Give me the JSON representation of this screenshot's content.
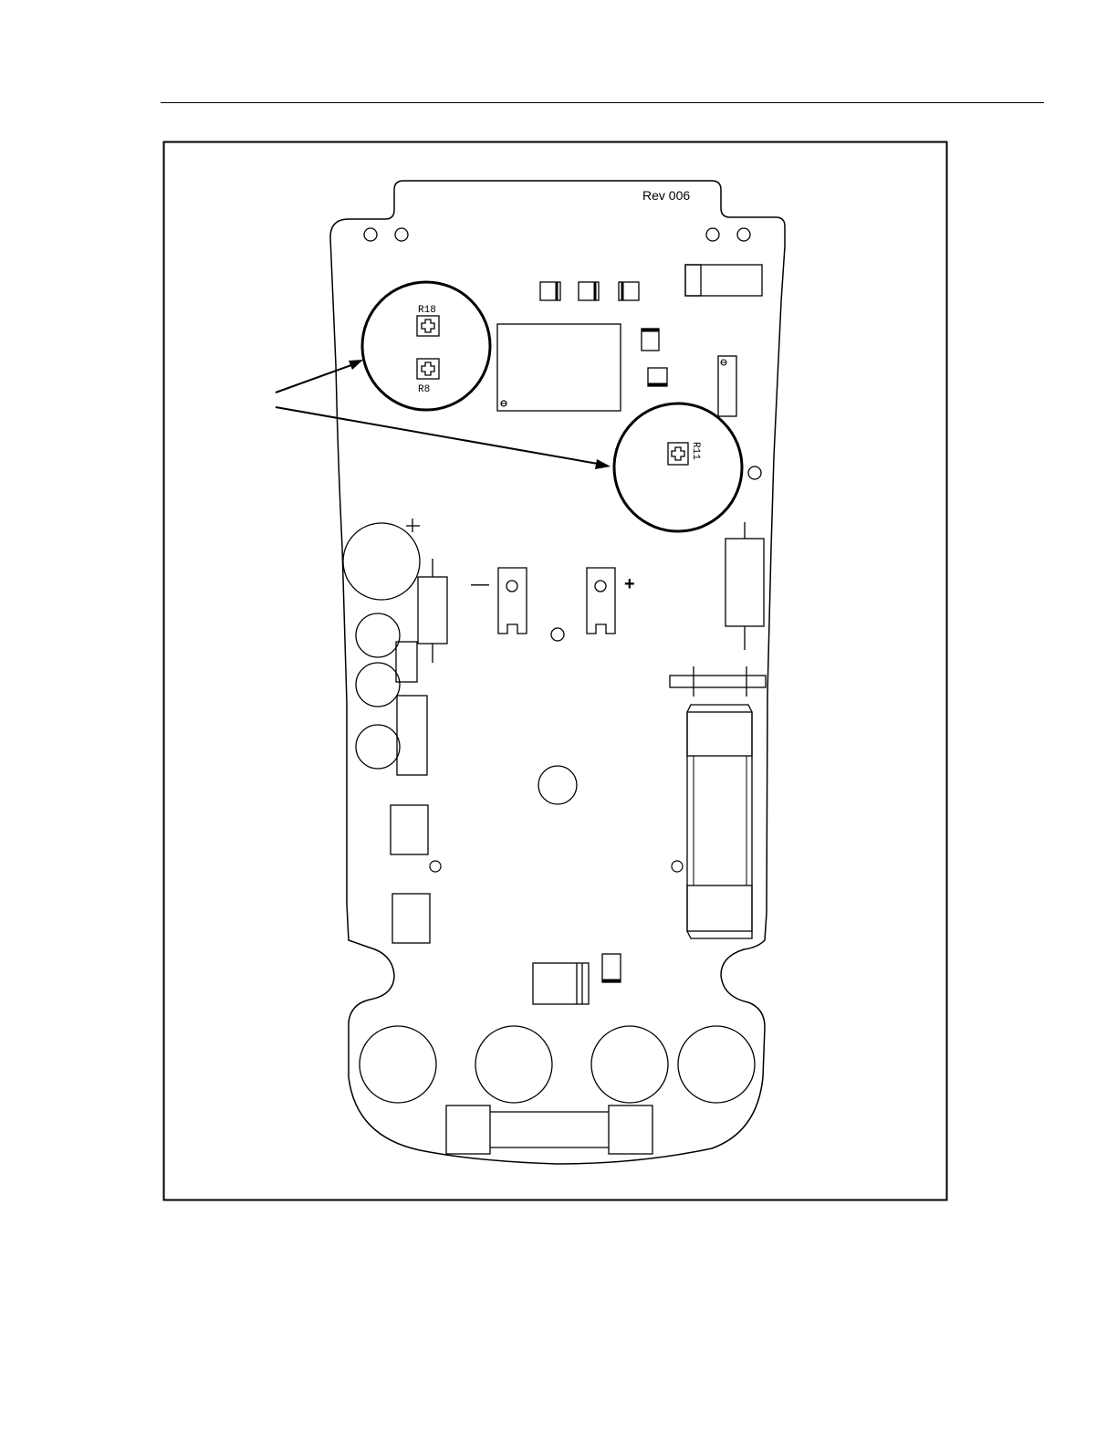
{
  "figure": {
    "revision_label": "Rev 006",
    "callouts": {
      "r18": "R18",
      "r8": "R8",
      "r11": "R11"
    },
    "polarity": {
      "minus": "—",
      "plus": "+"
    }
  }
}
